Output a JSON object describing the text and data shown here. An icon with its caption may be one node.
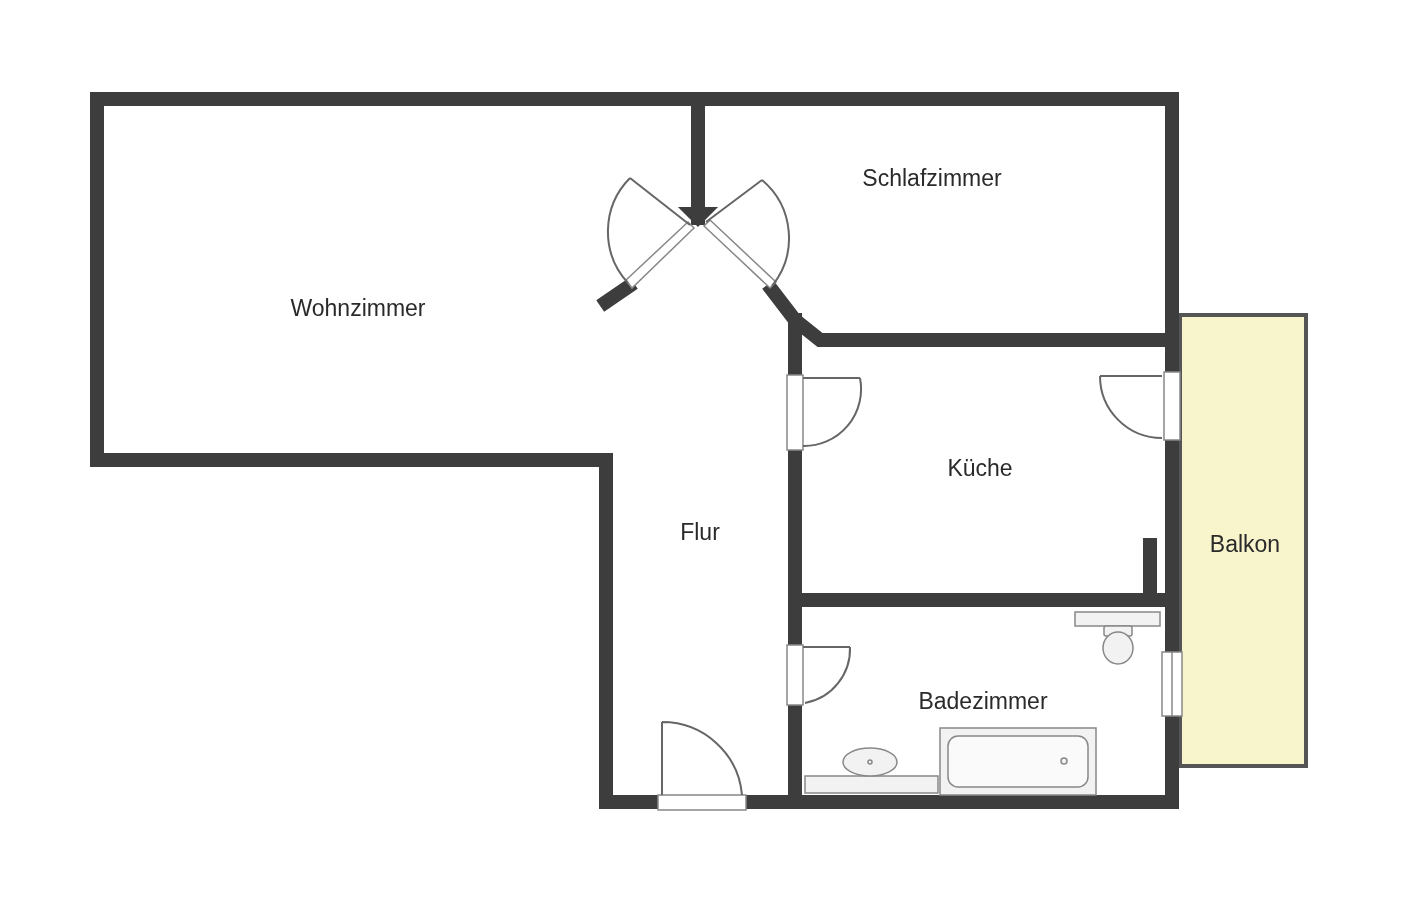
{
  "diagram": {
    "nodes": [
      {
        "text": [
          "Wohnzimmer"
        ]
      },
      {
        "text": [
          "Schlafzimmer"
        ]
      },
      {
        "text": [
          "Küche"
        ]
      },
      {
        "text": [
          "Flur"
        ]
      },
      {
        "text": [
          "Badezimmer"
        ]
      },
      {
        "text": [
          "Balkon"
        ]
      }
    ]
  }
}
